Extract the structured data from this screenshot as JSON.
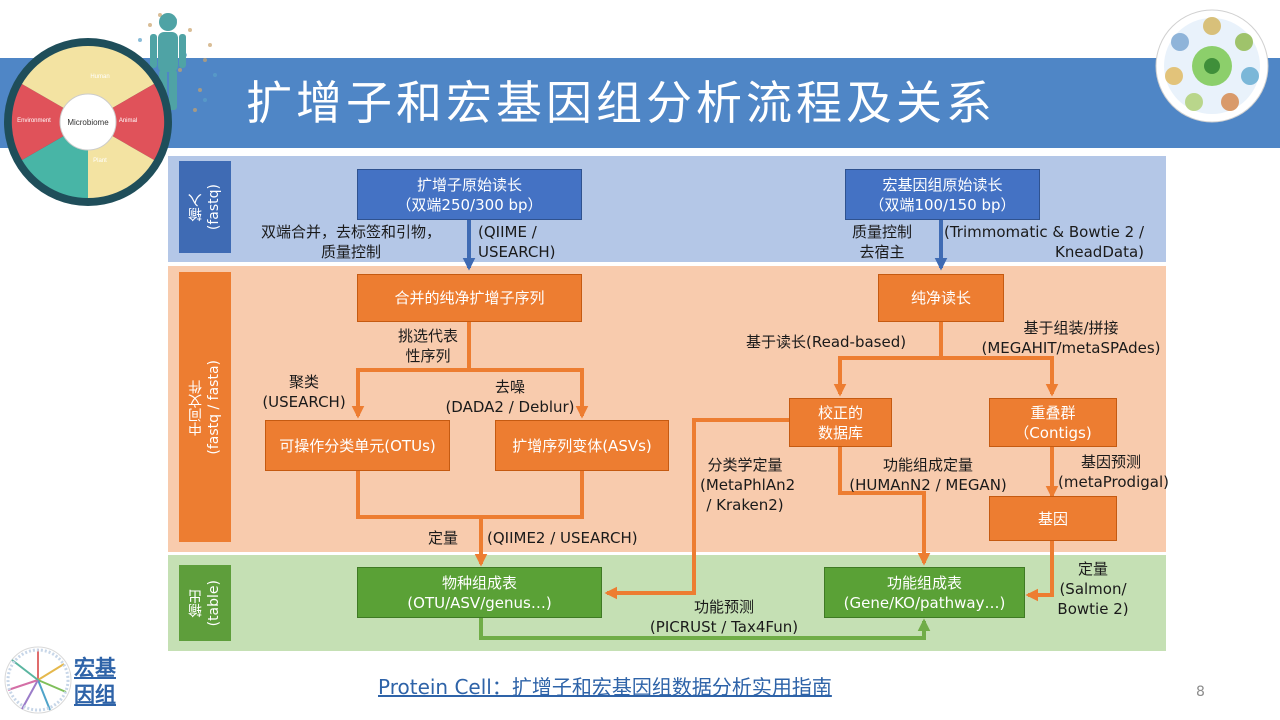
{
  "title": "扩增子和宏基因组分析流程及关系",
  "sections": {
    "input": "输入\n(fastq)",
    "intermediate": "中间文件\n(fastq / fasta)",
    "output": "输出\n(table)"
  },
  "boxes": {
    "amplicon_raw": "扩增子原始读长\n（双端250/300 bp）",
    "meta_raw": "宏基因组原始读长\n（双端100/150 bp）",
    "merged_clean": "合并的纯净扩增子序列",
    "clean_reads": "纯净读长",
    "otus": "可操作分类单元(OTUs)",
    "asvs": "扩增序列变体(ASVs)",
    "corrected_db": "校正的\n数据库",
    "contigs": "重叠群\n（Contigs)",
    "genes": "基因",
    "species_table": "物种组成表\n(OTU/ASV/genus…)",
    "function_table": "功能组成表\n(Gene/KO/pathway…)"
  },
  "labels": {
    "pair_merge": "双端合并，去标签和引物，\n质量控制",
    "qiime_usearch": "(QIIME /\nUSEARCH)",
    "qc_host": "质量控制\n去宿主",
    "trimmomatic": "(Trimmomatic & Bowtie 2 /\nKneadData)",
    "pick_rep": "挑选代表\n性序列",
    "cluster": "聚类\n(USEARCH)",
    "denoise": "去噪\n(DADA2 / Deblur)",
    "quant_left": "定量",
    "qiime2": "(QIIME2 / USEARCH)",
    "read_based": "基于读长(Read-based)",
    "assembly": "基于组装/拼接\n(MEGAHIT/metaSPAdes)",
    "tax_quant": "分类学定量\n(MetaPhlAn2\n/ Kraken2)",
    "func_quant": "功能组成定量\n(HUMAnN2 / MEGAN)",
    "gene_pred": "基因预测\n(metaProdigal)",
    "quant_right": "定量\n(Salmon/\nBowtie 2)",
    "func_pred": "功能预测\n(PICRUSt / Tax4Fun)"
  },
  "logo_left": {
    "center": "Microbiome",
    "human": "Human",
    "animal": "Animal",
    "plant": "Plant",
    "environment": "Environment"
  },
  "reference": "Protein Cell：扩增子和宏基因组数据分析实用指南",
  "brand": "宏基\n因组",
  "page_number": "8",
  "colors": {
    "banner": "#4f86c6",
    "input_band": "#b4c7e7",
    "intermediate_band": "#f8cbad",
    "output_band": "#c5e0b4",
    "input_box": "#4472c4",
    "intermediate_box": "#ed7d31",
    "output_box": "#5aa136",
    "input_arrow": "#3f6bb4",
    "intermediate_arrow": "#ed7d31",
    "output_arrow": "#70ad47"
  }
}
